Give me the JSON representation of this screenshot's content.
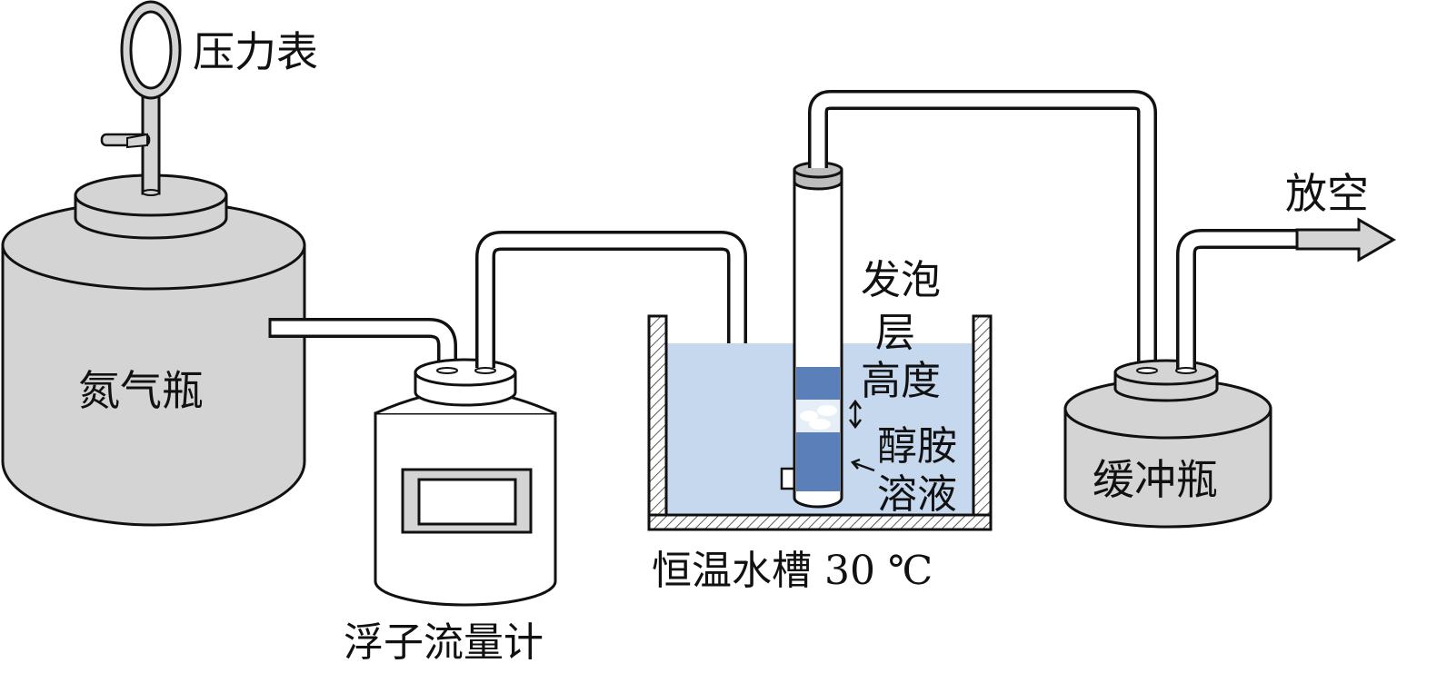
{
  "labels": {
    "pressure_gauge": "压力表",
    "nitrogen_cylinder": "氮气瓶",
    "rotameter": "浮子流量计",
    "water_bath": "恒温水槽 30 ℃",
    "foam_height_1": "发泡",
    "foam_height_2": "层",
    "foam_height_3": "高度",
    "amine_solution_1": "醇胺",
    "amine_solution_2": "溶液",
    "buffer_bottle": "缓冲瓶",
    "vent": "放空"
  },
  "colors": {
    "stroke": "#111111",
    "vessel_gray": "#d4d4d4",
    "bath_water": "#c6d8ee",
    "liquid_blue": "#5b7fb8",
    "foam": "#e6eef8",
    "pipe_fill": "#ffffff",
    "column_fill": "#ffffff"
  }
}
